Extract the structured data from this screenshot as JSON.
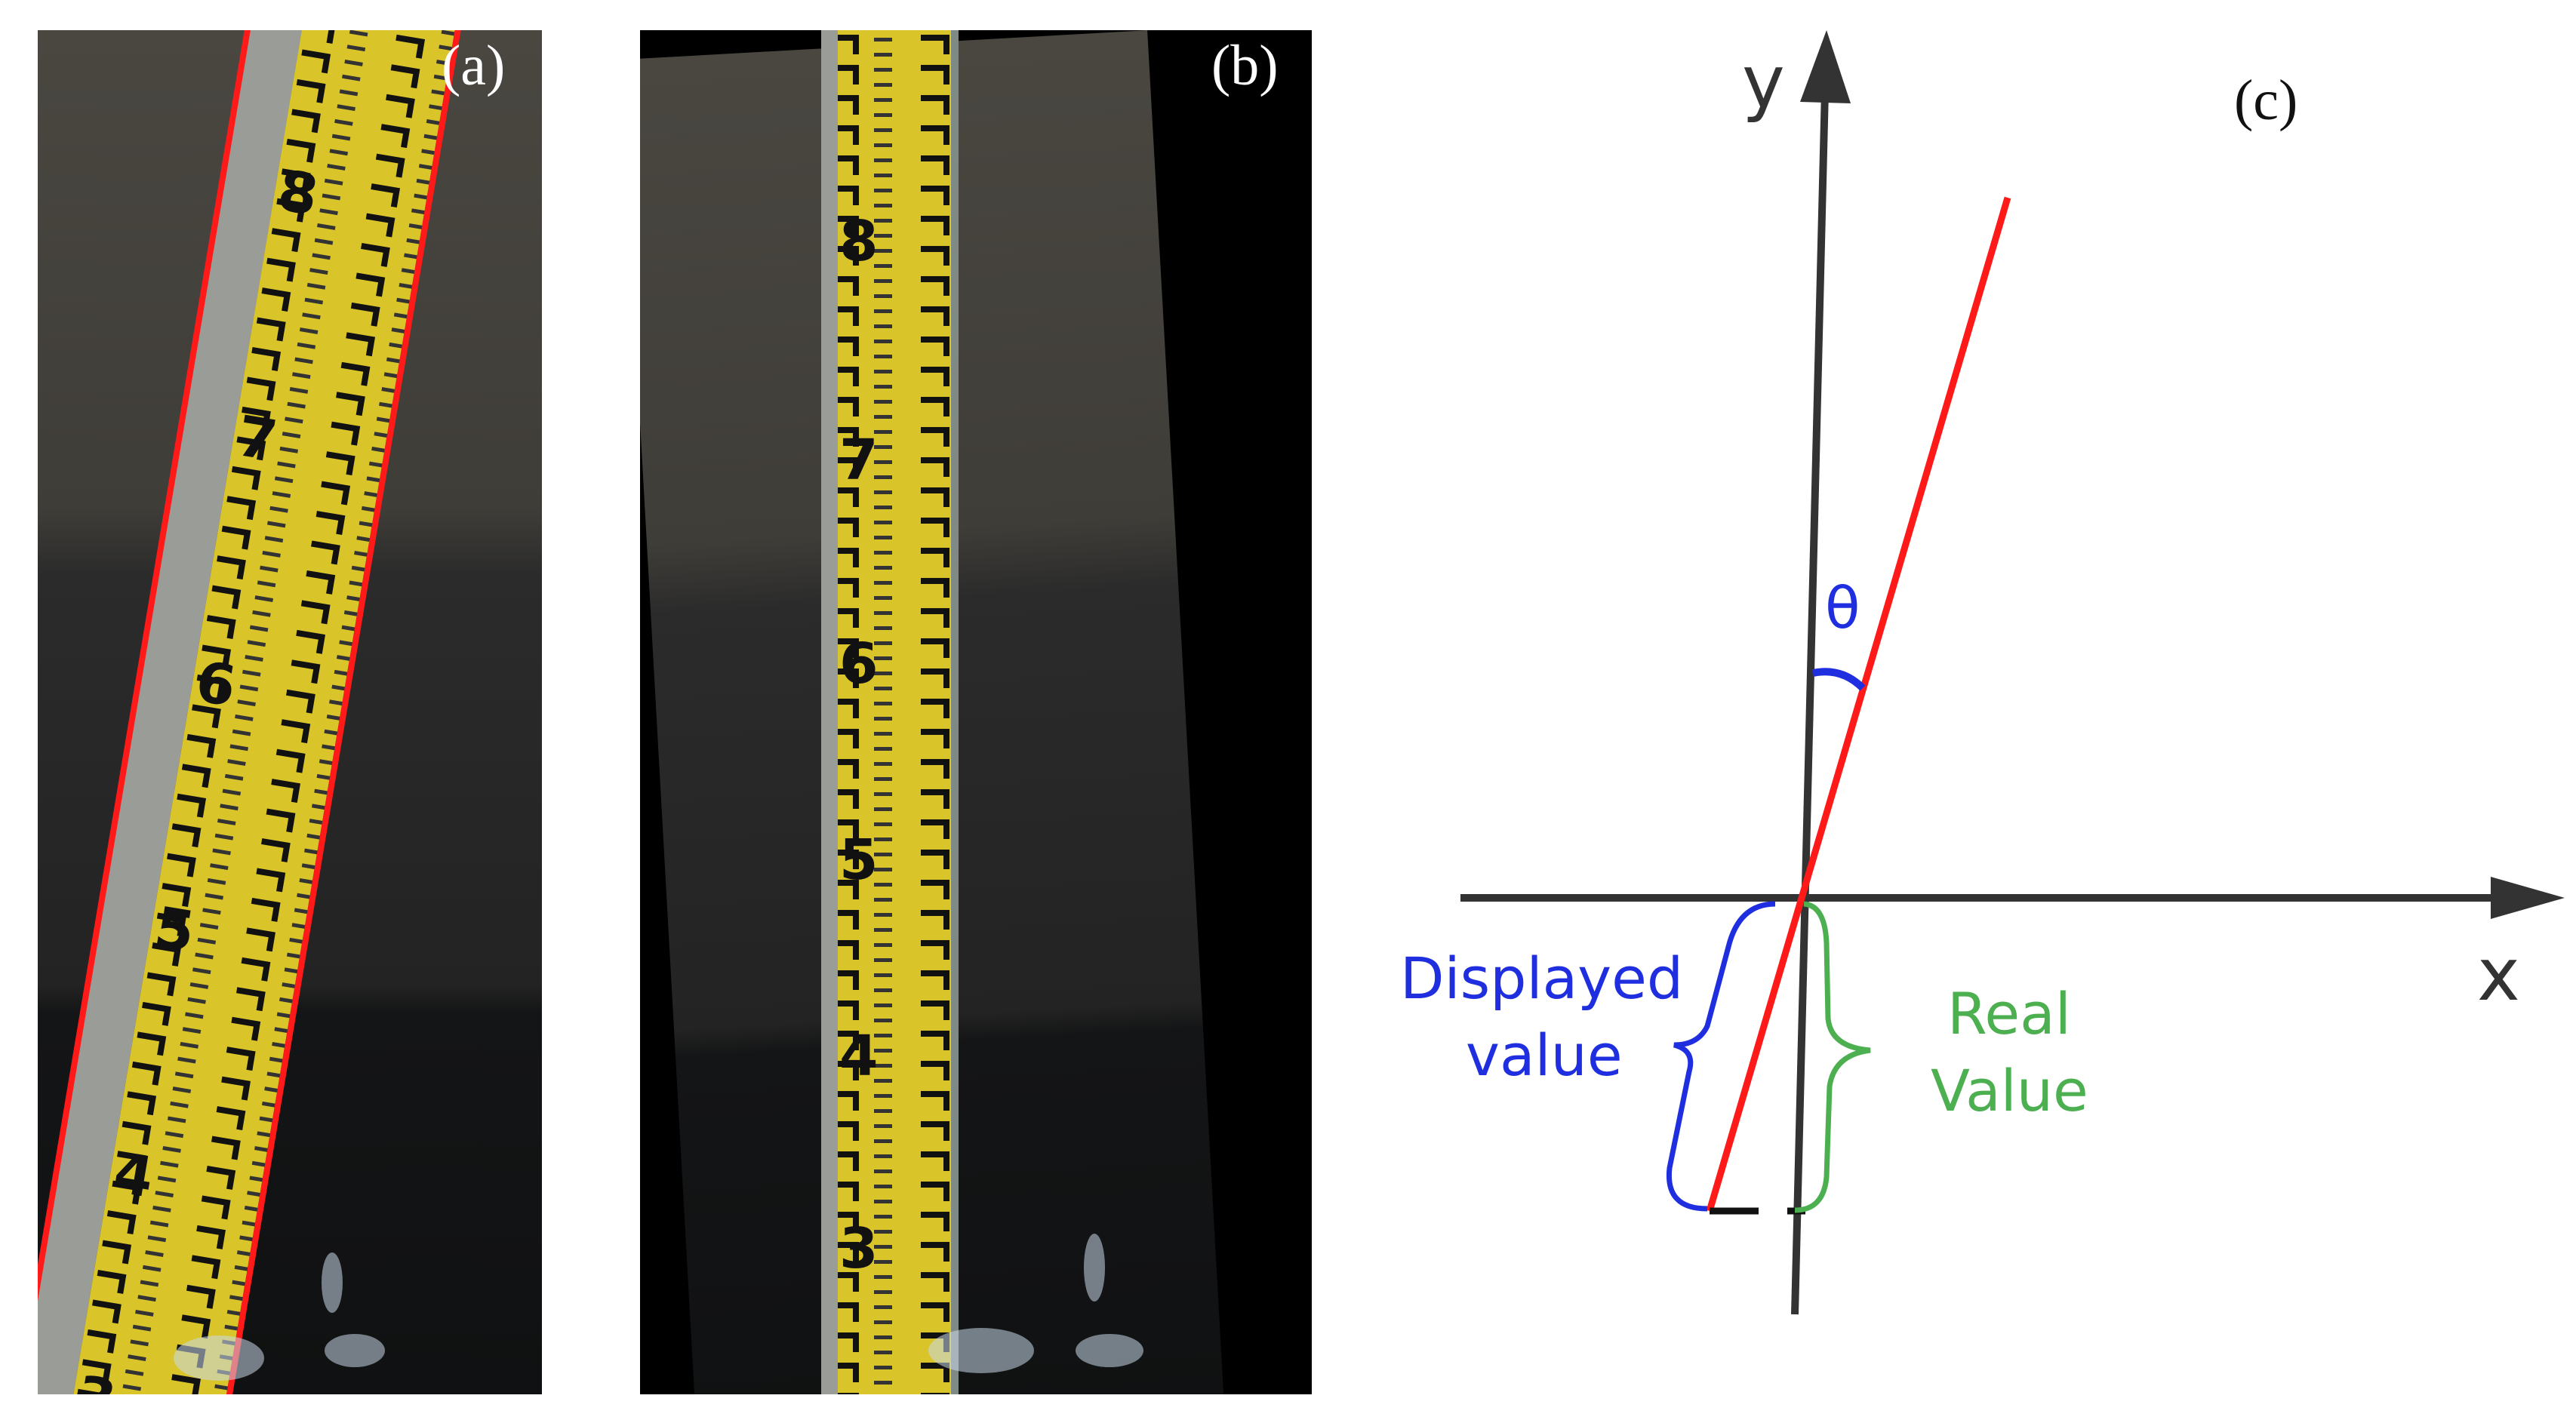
{
  "panels": {
    "a": {
      "label": "(a)",
      "tick_numbers": [
        "8",
        "7",
        "6",
        "5",
        "4",
        "3"
      ]
    },
    "b": {
      "label": "(b)",
      "tick_numbers": [
        "8",
        "7",
        "6",
        "5",
        "4",
        "3"
      ]
    },
    "c": {
      "label": "(c)",
      "x_label": "x",
      "y_label": "y",
      "angle_label": "θ",
      "displayed_line1": "Displayed",
      "displayed_line2": "value",
      "real_line1": "Real",
      "real_line2": "Value"
    }
  },
  "colors": {
    "tilted_line": "#ff1a1a",
    "axes": "#333333",
    "displayed": "#1f2fe0",
    "real": "#4caf50",
    "gauge_yellow": "#d9c52a",
    "concrete_upper": "#3e3c36",
    "concrete_lower": "#17181a"
  }
}
